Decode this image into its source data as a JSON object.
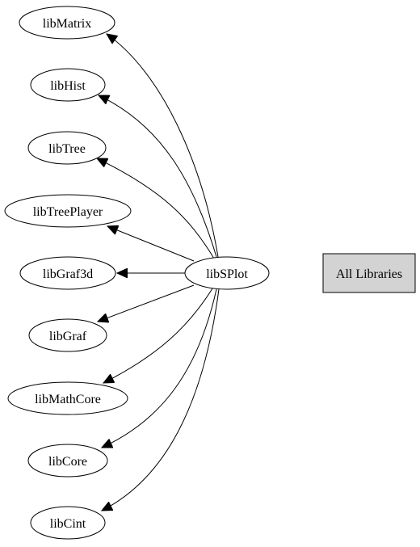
{
  "graph": {
    "source": "libSPlot",
    "targets": [
      "libMatrix",
      "libHist",
      "libTree",
      "libTreePlayer",
      "libGraf3d",
      "libGraf",
      "libMathCore",
      "libCore",
      "libCint"
    ],
    "all_libraries_label": "All Libraries"
  }
}
